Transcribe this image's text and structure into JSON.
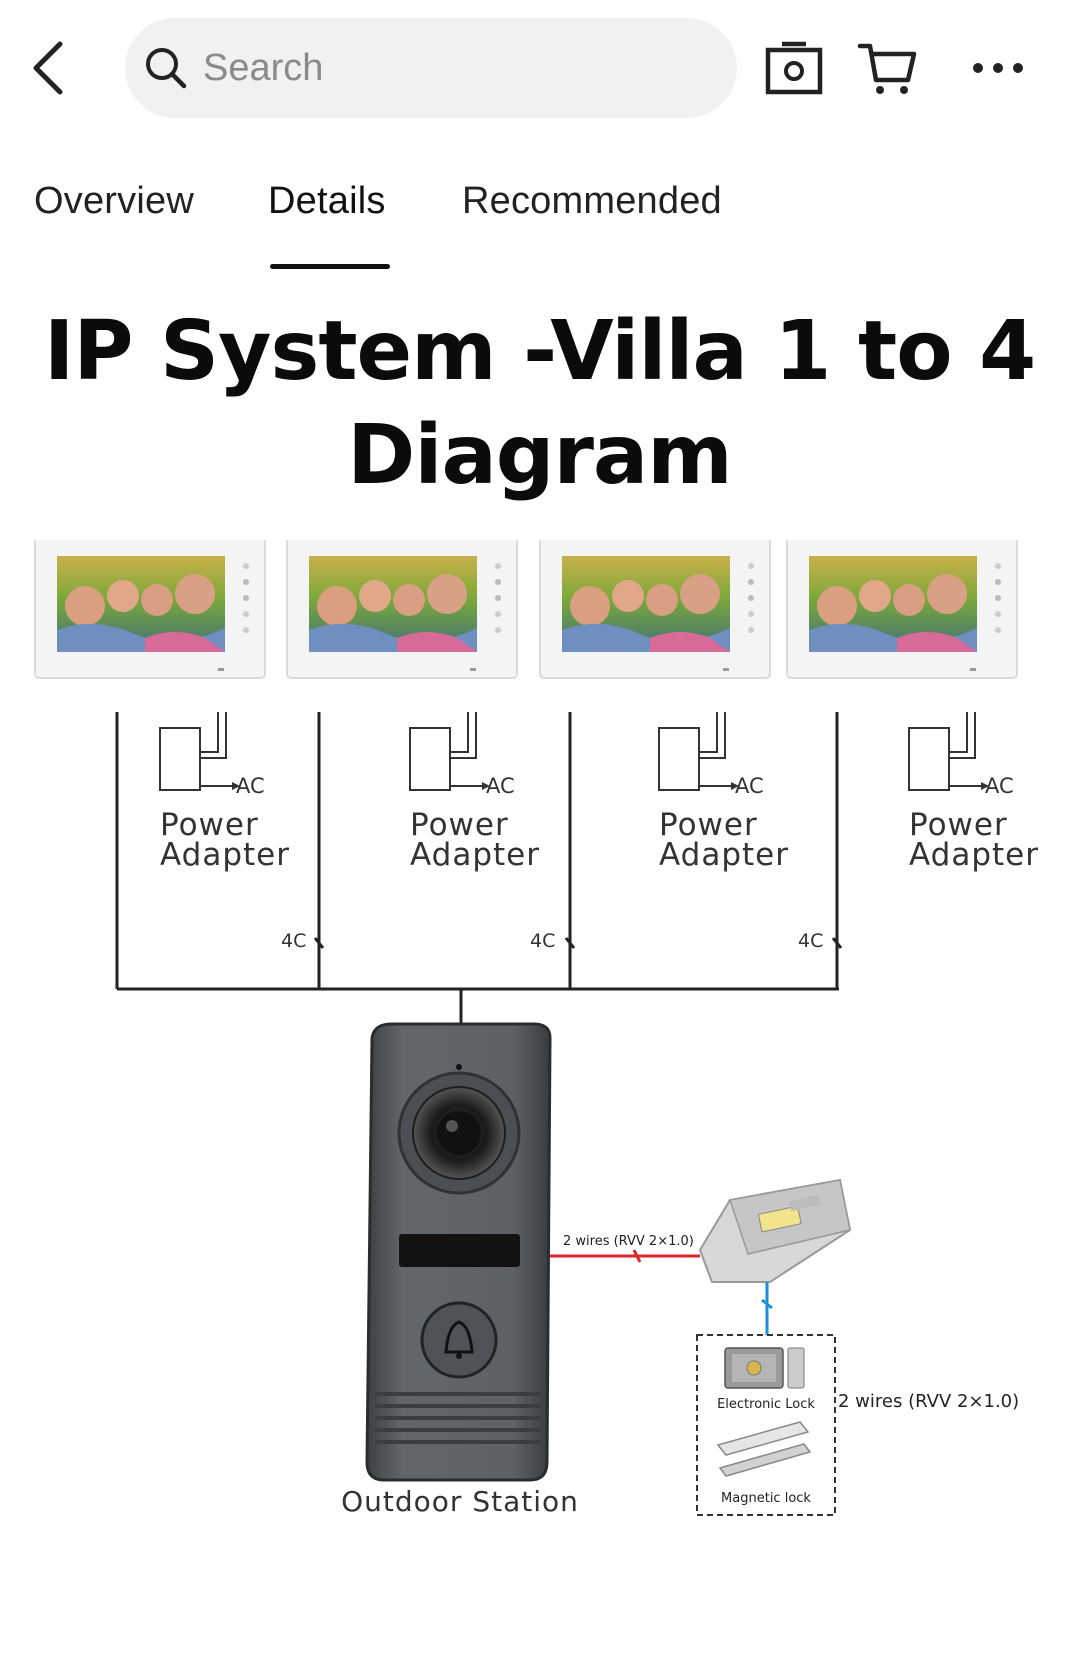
{
  "header": {
    "search_placeholder": "Search",
    "icons": [
      "back-arrow-icon",
      "search-icon",
      "camera-icon",
      "cart-icon",
      "more-icon"
    ]
  },
  "tabs": [
    {
      "label": "Overview",
      "active": false
    },
    {
      "label": "Details",
      "active": true
    },
    {
      "label": "Recommended",
      "active": false
    }
  ],
  "content": {
    "title_line1": "IP System -Villa 1 to 4",
    "title_line2": "Diagram",
    "diagram": {
      "ac_label": "AC",
      "adapter_line1": "Power",
      "adapter_line2": "Adapter",
      "wire_4c": "4C",
      "wires_lock_unit": "2 wires (RVV 2×1.0)",
      "wires_outdoor": "2 wires (RVV 2×1.0)",
      "electronic_lock": "Electronic Lock",
      "magnetic_lock": "Magnetic lock",
      "outdoor_station": "Outdoor Station"
    }
  },
  "colors": {
    "accent": "#111111",
    "search_bg": "#f1f1f1",
    "red_wire": "#d9262b",
    "blue_wire": "#1e8fd8",
    "station_body": "#5b5f63"
  }
}
